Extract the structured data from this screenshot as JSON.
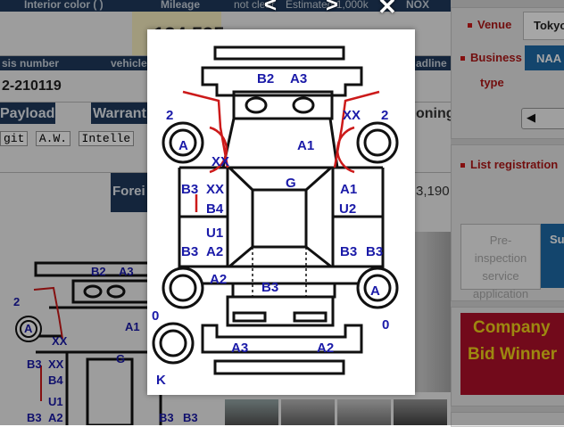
{
  "table": {
    "header1": {
      "interior_color": "Interior color ( )",
      "mileage": "Mileage",
      "not_clear": "not clear",
      "estimate": "Estimated 1,000k",
      "nox": "NOX"
    },
    "mileage_value": "134,595",
    "header2": {
      "chassis": "sis number",
      "vehicle": "vehicle",
      "load": "adline"
    },
    "chassis_value": "2-210119",
    "header3": {
      "payload": "Payload",
      "warranty": "Warrant",
      "aircon": "oning"
    },
    "equipment": [
      "git",
      "A.W.",
      "Intelle"
    ],
    "foreign_label": "Forei",
    "price_value": "3,190"
  },
  "sidebar": {
    "venue_label": "Venue",
    "venue_value": "Tokyo",
    "business_type_label": "Business",
    "business_type_label2": "type",
    "business_value": "NAA",
    "arrow_button": "◀",
    "list_registration": "List registration",
    "preinspection": "Pre-inspection service application",
    "su_button": "Su",
    "company_line1": "Company",
    "company_line2": "Bid Winner"
  },
  "modal_controls": {
    "prev": "<",
    "next": ">",
    "close": "✕"
  },
  "diagram_labels": [
    {
      "text": "B2"
    },
    {
      "text": "A3"
    },
    {
      "text": "2"
    },
    {
      "text": "XX"
    },
    {
      "text": "2"
    },
    {
      "text": "A"
    },
    {
      "text": "A1"
    },
    {
      "text": "XX"
    },
    {
      "text": "G"
    },
    {
      "text": "B3"
    },
    {
      "text": "XX"
    },
    {
      "text": "A1"
    },
    {
      "text": "B4"
    },
    {
      "text": "U2"
    },
    {
      "text": "U1"
    },
    {
      "text": "B3"
    },
    {
      "text": "A2"
    },
    {
      "text": "B3"
    },
    {
      "text": "B3"
    },
    {
      "text": "A2"
    },
    {
      "text": "B3"
    },
    {
      "text": "A"
    },
    {
      "text": "0"
    },
    {
      "text": "0"
    },
    {
      "text": "A3"
    },
    {
      "text": "A2"
    },
    {
      "text": "K"
    }
  ],
  "bg_diagram_labels": [
    {
      "text": "B2"
    },
    {
      "text": "A3"
    },
    {
      "text": "2"
    },
    {
      "text": "A"
    },
    {
      "text": "A1"
    },
    {
      "text": "XX"
    },
    {
      "text": "B3"
    },
    {
      "text": "XX"
    },
    {
      "text": "G"
    },
    {
      "text": "B4"
    },
    {
      "text": "U1"
    },
    {
      "text": "B3"
    },
    {
      "text": "A2"
    },
    {
      "text": "B3"
    },
    {
      "text": "B3"
    }
  ],
  "colors": {
    "navy": "#1f3a5c",
    "label_blue": "#1a1aa8",
    "red": "#cc1a1a",
    "company_bg": "#b0102a",
    "company_text": "#f2d21a"
  }
}
